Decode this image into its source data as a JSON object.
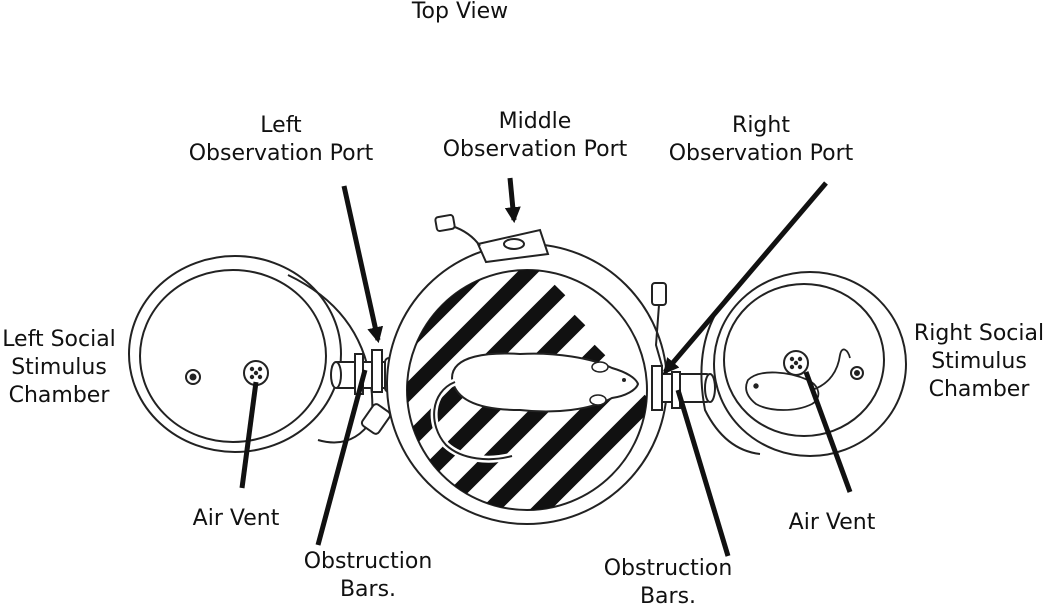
{
  "diagram": {
    "title": "Top View",
    "labels": {
      "left_port": [
        "Left",
        "Observation Port"
      ],
      "middle_port": [
        "Middle",
        "Observation Port"
      ],
      "right_port": [
        "Right",
        "Observation Port"
      ],
      "left_chamber": [
        "Left Social",
        "Stimulus",
        "Chamber"
      ],
      "right_chamber": [
        "Right Social",
        "Stimulus",
        "Chamber"
      ],
      "left_air_vent": "Air Vent",
      "right_air_vent": "Air Vent",
      "left_obstruction": [
        "Obstruction",
        "Bars."
      ],
      "right_obstruction": [
        "Obstruction",
        "Bars."
      ]
    }
  }
}
